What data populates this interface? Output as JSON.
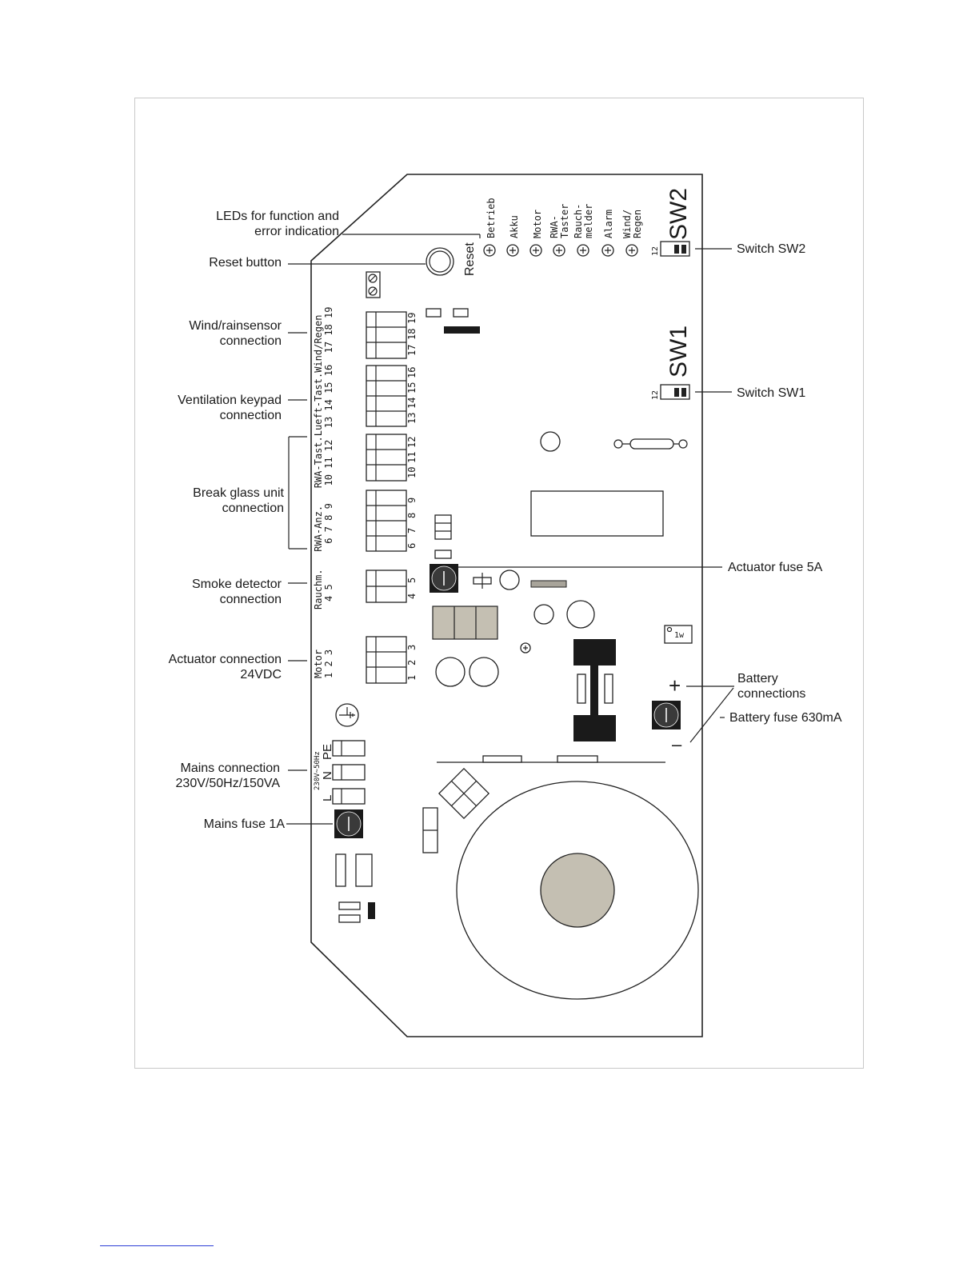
{
  "callouts": {
    "leds_line1": "LEDs for function and",
    "leds_line2": "error indication",
    "reset_button": "Reset button",
    "wind_line1": "Wind/rainsensor",
    "wind_line2": "connection",
    "vent_line1": "Ventilation keypad",
    "vent_line2": "connection",
    "break_line1": "Break glass unit",
    "break_line2": "connection",
    "smoke_line1": "Smoke detector",
    "smoke_line2": "connection",
    "actuator_line1": "Actuator connection",
    "actuator_line2": "24VDC",
    "mains_line1": "Mains connection",
    "mains_line2": "230V/50Hz/150VA",
    "mains_fuse": "Mains fuse 1A",
    "switch_sw2": "Switch SW2",
    "switch_sw1": "Switch SW1",
    "actuator_fuse": "Actuator fuse 5A",
    "battery_line1": "Battery",
    "battery_line2": "connections",
    "battery_fuse": "Battery fuse 630mA"
  },
  "board": {
    "reset": "Reset",
    "sw2": "SW2",
    "sw1": "SW1",
    "sw_pins": "12",
    "leds": [
      "Betrieb",
      "Akku",
      "Motor",
      "RWA-Taster",
      "Rauch-melder",
      "Alarm",
      "Wind/Regen"
    ],
    "led_lines": [
      [
        "Betrieb"
      ],
      [
        "Akku"
      ],
      [
        "Motor"
      ],
      [
        "RWA-",
        "Taster"
      ],
      [
        "Rauch-",
        "melder"
      ],
      [
        "Alarm"
      ],
      [
        "Wind/",
        "Regen"
      ]
    ],
    "terminal_label_row1": "Rauchm.   RWA-Anz.   RWA-Tast.Lueft-Tast.Wind/Regen",
    "terminal_label_row2": "4 5       6 7 8 9   10 11 12  13 14 15 16  17 18 19",
    "motor_row1": "Motor",
    "motor_row2": "1 2 3",
    "terminal_numbers": {
      "wind": [
        "17",
        "18",
        "19"
      ],
      "vent": [
        "13",
        "14",
        "15",
        "16"
      ],
      "break": [
        "10",
        "11",
        "12"
      ],
      "anz": [
        "6",
        "7",
        "8",
        "9"
      ],
      "smoke": [
        "4",
        "5"
      ],
      "motor": [
        "1",
        "2",
        "3"
      ]
    },
    "mains_rating": "230V~50Hz",
    "mains_terms": [
      "L",
      "N",
      "PE"
    ],
    "battery_plus": "+",
    "battery_minus": "–",
    "relay_mark": "1w"
  }
}
